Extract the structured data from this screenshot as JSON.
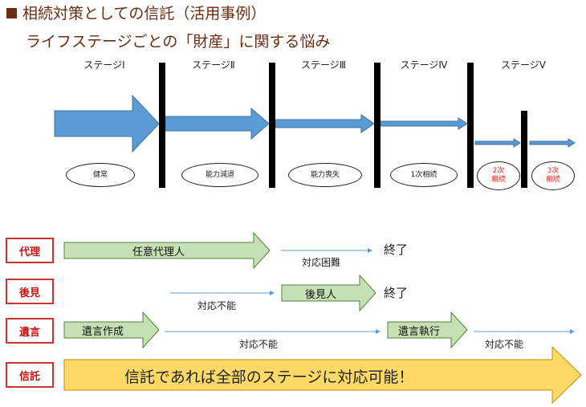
{
  "title": "相続対策としての信託（活用事例）",
  "subtitle": "ライフステージごとの「財産」に関する悩み",
  "stages": [
    "ステージⅠ",
    "ステージⅡ",
    "ステージⅢ",
    "ステージⅣ",
    "ステージⅤ"
  ],
  "phases": [
    {
      "label": "健常",
      "color": "black"
    },
    {
      "label": "能力減退",
      "color": "black"
    },
    {
      "label": "能力喪失",
      "color": "black"
    },
    {
      "label": "1次相続",
      "color": "black"
    },
    {
      "label": "2次\n相続",
      "color": "red"
    },
    {
      "label": "3次\n相続",
      "color": "red"
    }
  ],
  "rows": [
    {
      "label": "代理",
      "items": [
        "任意代理人",
        "対応困難",
        "終了"
      ]
    },
    {
      "label": "後見",
      "items": [
        "対応不能",
        "後見人",
        "終了"
      ]
    },
    {
      "label": "遺言",
      "items": [
        "遺言作成",
        "対応不能",
        "遺言執行",
        "対応不能"
      ]
    },
    {
      "label": "信託",
      "items": [
        "信託であれば全部のステージに対応可能！"
      ]
    }
  ],
  "colors": {
    "title": "#6b2d12",
    "blue_arrow": "#5b9bd5",
    "blue_arrow_edge": "#41719c",
    "green_arrow": "#c5e0b4",
    "green_arrow_edge": "#548235",
    "yellow_arrow": "#ffd966",
    "yellow_arrow_edge": "#bf9000",
    "row_label_border": "#cc3333",
    "row_label_text": "#cc1111",
    "red_text": "#e52020"
  }
}
